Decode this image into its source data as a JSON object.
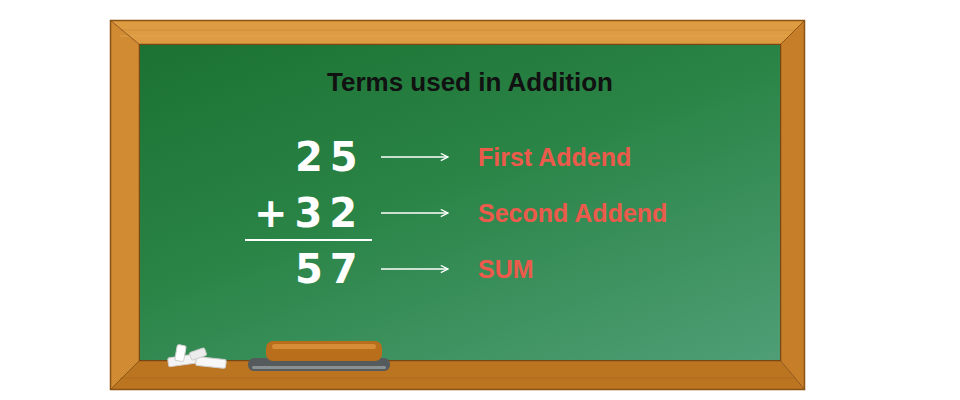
{
  "diagram": {
    "nodes": [
      {
        "text": [
          "Terms used in Addition"
        ]
      },
      {
        "text": [
          "25"
        ],
        "in": 0
      },
      {
        "text": [
          "First Addend"
        ],
        "in": 0
      },
      {
        "text": [
          "+32"
        ],
        "in": 0
      },
      {
        "text": [
          "Second Addend"
        ],
        "in": 0
      },
      {
        "text": [
          "57"
        ],
        "in": 0
      },
      {
        "text": [
          "SUM"
        ],
        "in": 0
      }
    ],
    "edges": [
      {
        "from": 1,
        "to": 2,
        "arrow": "to"
      },
      {
        "from": 3,
        "to": 4,
        "arrow": "to"
      },
      {
        "from": 5,
        "to": 6,
        "arrow": "to"
      }
    ]
  }
}
